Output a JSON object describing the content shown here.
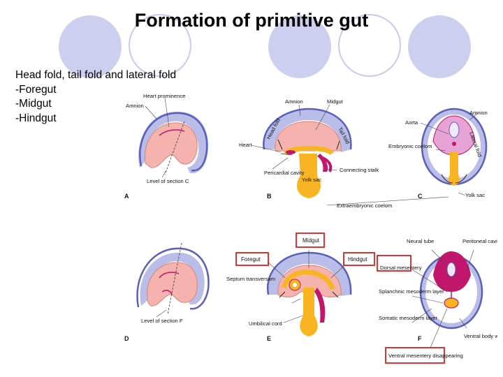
{
  "slide": {
    "title": "Formation of primitive gut"
  },
  "bullets": [
    "Head fold, tail fold and lateral fold",
    "-Foregut",
    "-Midgut",
    "-Hindgut"
  ],
  "figure": {
    "panels": [
      "A",
      "B",
      "C",
      "D",
      "E",
      "F"
    ],
    "labels": {
      "heart_prominence": "Heart prominence",
      "amnion_a": "Amnion",
      "level_c": "Level of section C",
      "amnion_b": "Amnion",
      "midgut_b": "Midgut",
      "head_fold": "Head fold",
      "tail_fold": "Tail fold",
      "heart": "Heart",
      "pericardial_cavity": "Pericardial cavity",
      "yolk_sac_b": "Yolk sac",
      "connecting_stalk": "Connecting stalk",
      "amnion_c": "Amnion",
      "aorta": "Aorta",
      "embryonic_coelom": "Embryonic coelom",
      "lateral_fold": "Lateral fold",
      "yolk_sac_c": "Yolk sac",
      "extraembryonic_coelom": "Extraembryonic coelom",
      "level_f": "Level of section F",
      "midgut_e": "Midgut",
      "foregut": "Foregut",
      "hindgut": "Hindgut",
      "septum_transversum": "Septum transversum",
      "umbilical_cord": "Umbilical cord",
      "neural_tube": "Neural tube",
      "peritoneal_cavity": "Peritoneal cavity",
      "dorsal_mesentery": "Dorsal mesentery",
      "splanchnic": "Splanchnic mesoderm layer",
      "somatic": "Somatic mesoderm layer",
      "ventral_body_wall": "Ventral body wall",
      "ventral_mesentery": "Ventral mesentery disappearing"
    }
  },
  "colors": {
    "decor_fill": "#cccfee",
    "decor_ring": "#c8cbee",
    "amnion_blue": "#5a5fb8",
    "amnion_light": "#b9bde8",
    "embryo_pink": "#f5b3ad",
    "gut_yellow": "#f9b521",
    "magenta": "#c0176d",
    "highlight_box": "#d62020"
  }
}
